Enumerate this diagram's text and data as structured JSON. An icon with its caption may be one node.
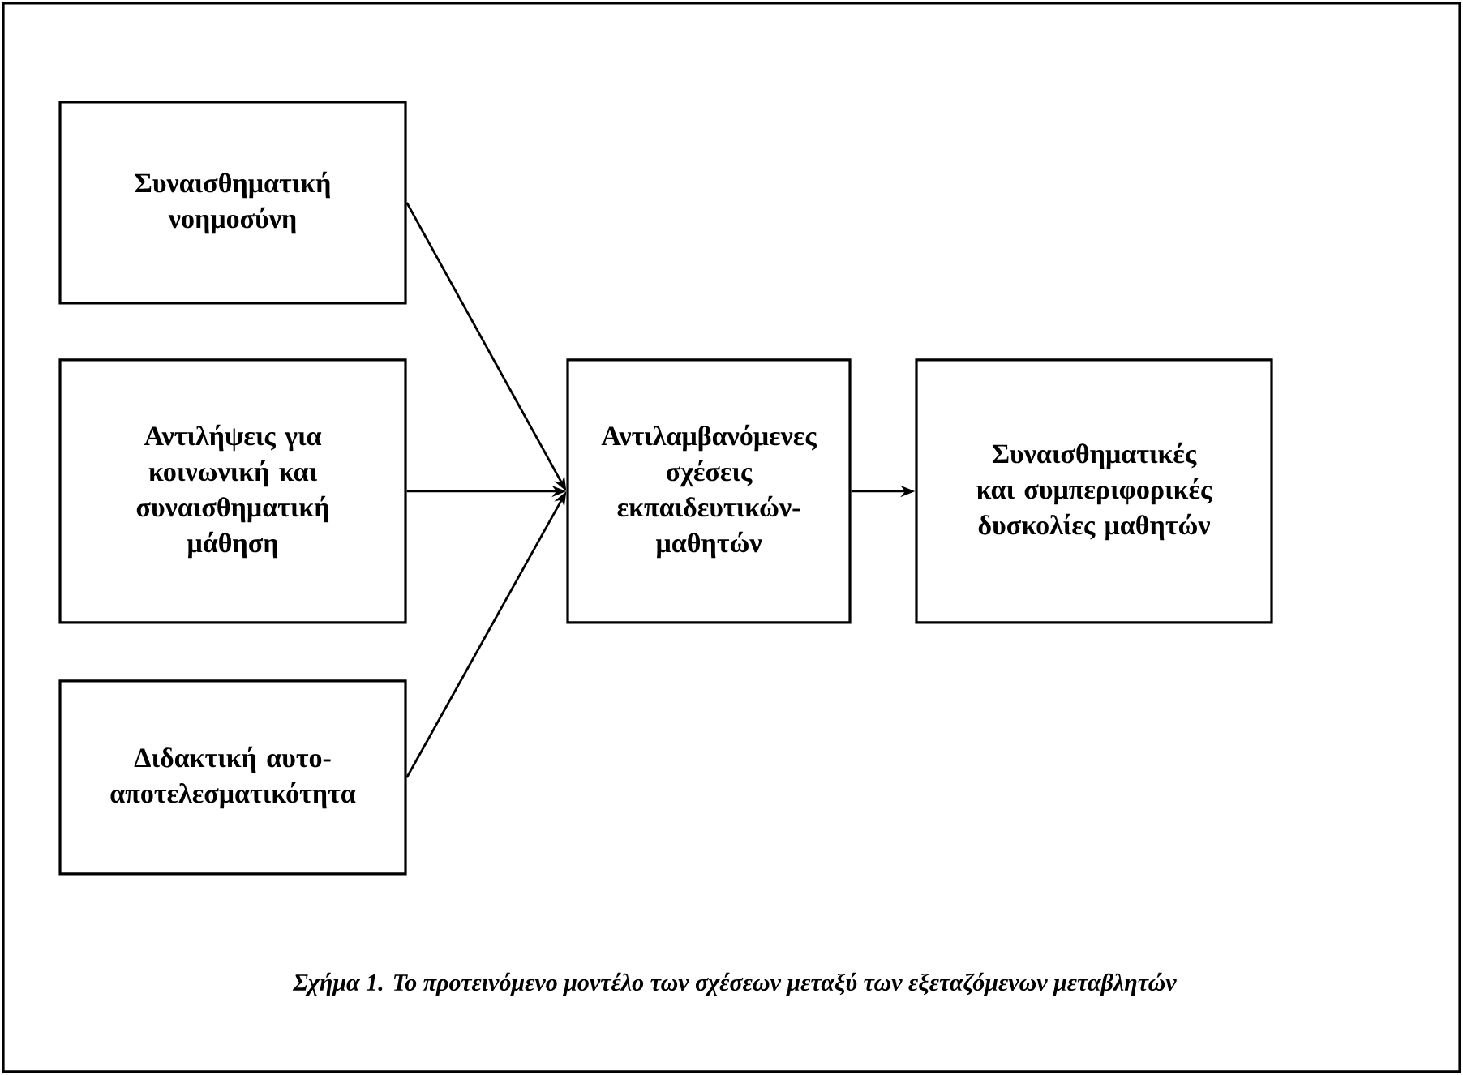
{
  "diagram": {
    "caption": "Σχήμα 1. Το προτεινόμενο μοντέλο των σχέσεων μεταξύ των εξεταζόμενων μεταβλητών",
    "nodes": [
      {
        "text": [
          "Συναισθηματική νοημοσύνη"
        ]
      },
      {
        "text": [
          "Αντιλήψεις για κοινωνική και συναισθηματική μάθηση"
        ]
      },
      {
        "text": [
          "Διδακτική αυτο-αποτελεσματικότητα"
        ]
      },
      {
        "text": [
          "Αντιλαμβανόμενες σχέσεις εκπαιδευτικών-μαθητών"
        ]
      },
      {
        "text": [
          "Συναισθηματικές και συμπεριφορικές δυσκολίες μαθητών"
        ]
      }
    ],
    "edges": [
      {
        "from": 0,
        "to": 3,
        "arrow": "to"
      },
      {
        "from": 1,
        "to": 3,
        "arrow": "to"
      },
      {
        "from": 2,
        "to": 3,
        "arrow": "to"
      },
      {
        "from": 3,
        "to": 4,
        "arrow": "to"
      }
    ]
  }
}
